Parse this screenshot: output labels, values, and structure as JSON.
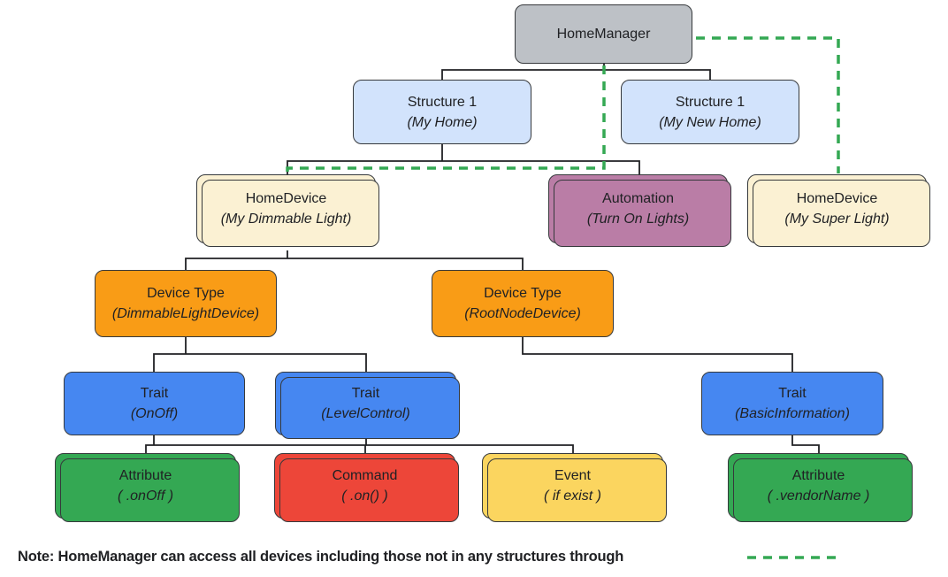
{
  "nodes": {
    "homemanager": {
      "label": "HomeManager",
      "sublabel": ""
    },
    "structure1": {
      "label": "Structure 1",
      "sublabel": "(My Home)"
    },
    "structure2": {
      "label": "Structure 1",
      "sublabel": "(My New Home)"
    },
    "dimmable": {
      "label": "HomeDevice",
      "sublabel": "(My Dimmable Light)"
    },
    "automation": {
      "label": "Automation",
      "sublabel": "(Turn On Lights)"
    },
    "superlight": {
      "label": "HomeDevice",
      "sublabel": "(My Super Light)"
    },
    "devicetype1": {
      "label": "Device Type",
      "sublabel": "(DimmableLightDevice)"
    },
    "devicetype2": {
      "label": "Device Type",
      "sublabel": "(RootNodeDevice)"
    },
    "trait_onoff": {
      "label": "Trait",
      "sublabel": "(OnOff)"
    },
    "trait_level": {
      "label": "Trait",
      "sublabel": "(LevelControl)"
    },
    "trait_basic": {
      "label": "Trait",
      "sublabel": "(BasicInformation)"
    },
    "attr_onoff": {
      "label": "Attribute",
      "sublabel": "( .onOff )"
    },
    "command_on": {
      "label": "Command",
      "sublabel": "( .on() )"
    },
    "event_ifexist": {
      "label": "Event",
      "sublabel": "( if exist )"
    },
    "attr_vendor": {
      "label": "Attribute",
      "sublabel": "( .vendorName )"
    }
  },
  "edges": [
    [
      "HomeManager",
      "Structure 1 (My Home)"
    ],
    [
      "HomeManager",
      "Structure 1 (My New Home)"
    ],
    [
      "Structure 1 (My Home)",
      "HomeDevice (My Dimmable Light)"
    ],
    [
      "Structure 1 (My Home)",
      "Automation (Turn On Lights)"
    ],
    [
      "HomeDevice (My Dimmable Light)",
      "Device Type (DimmableLightDevice)"
    ],
    [
      "HomeDevice (My Dimmable Light)",
      "Device Type (RootNodeDevice)"
    ],
    [
      "Device Type (DimmableLightDevice)",
      "Trait (OnOff)"
    ],
    [
      "Device Type (DimmableLightDevice)",
      "Trait (LevelControl)"
    ],
    [
      "Device Type (RootNodeDevice)",
      "Trait (BasicInformation)"
    ],
    [
      "Trait (OnOff)",
      "Attribute ( .onOff )"
    ],
    [
      "Trait (LevelControl)",
      "Command ( .on() )"
    ],
    [
      "Trait (LevelControl)",
      "Event ( if exist )"
    ],
    [
      "Trait (BasicInformation)",
      "Attribute ( .vendorName )"
    ]
  ],
  "green_dashed_links": [
    [
      "HomeManager",
      "HomeDevice (My Dimmable Light)"
    ],
    [
      "HomeManager",
      "HomeDevice (My Super Light)"
    ]
  ],
  "note": {
    "text": "Note: HomeManager can access all devices including those not in any structures through"
  },
  "colors": {
    "gray": "#bdc1c6",
    "light_blue": "#d2e3fc",
    "cream": "#fbf1d3",
    "purple": "#ba7da6",
    "orange": "#f99c16",
    "blue": "#4687f1",
    "green": "#34a853",
    "red": "#ed4639",
    "yellow": "#fbd55f",
    "dashed_link_green": "#34a853",
    "connector_black": "#202124"
  }
}
